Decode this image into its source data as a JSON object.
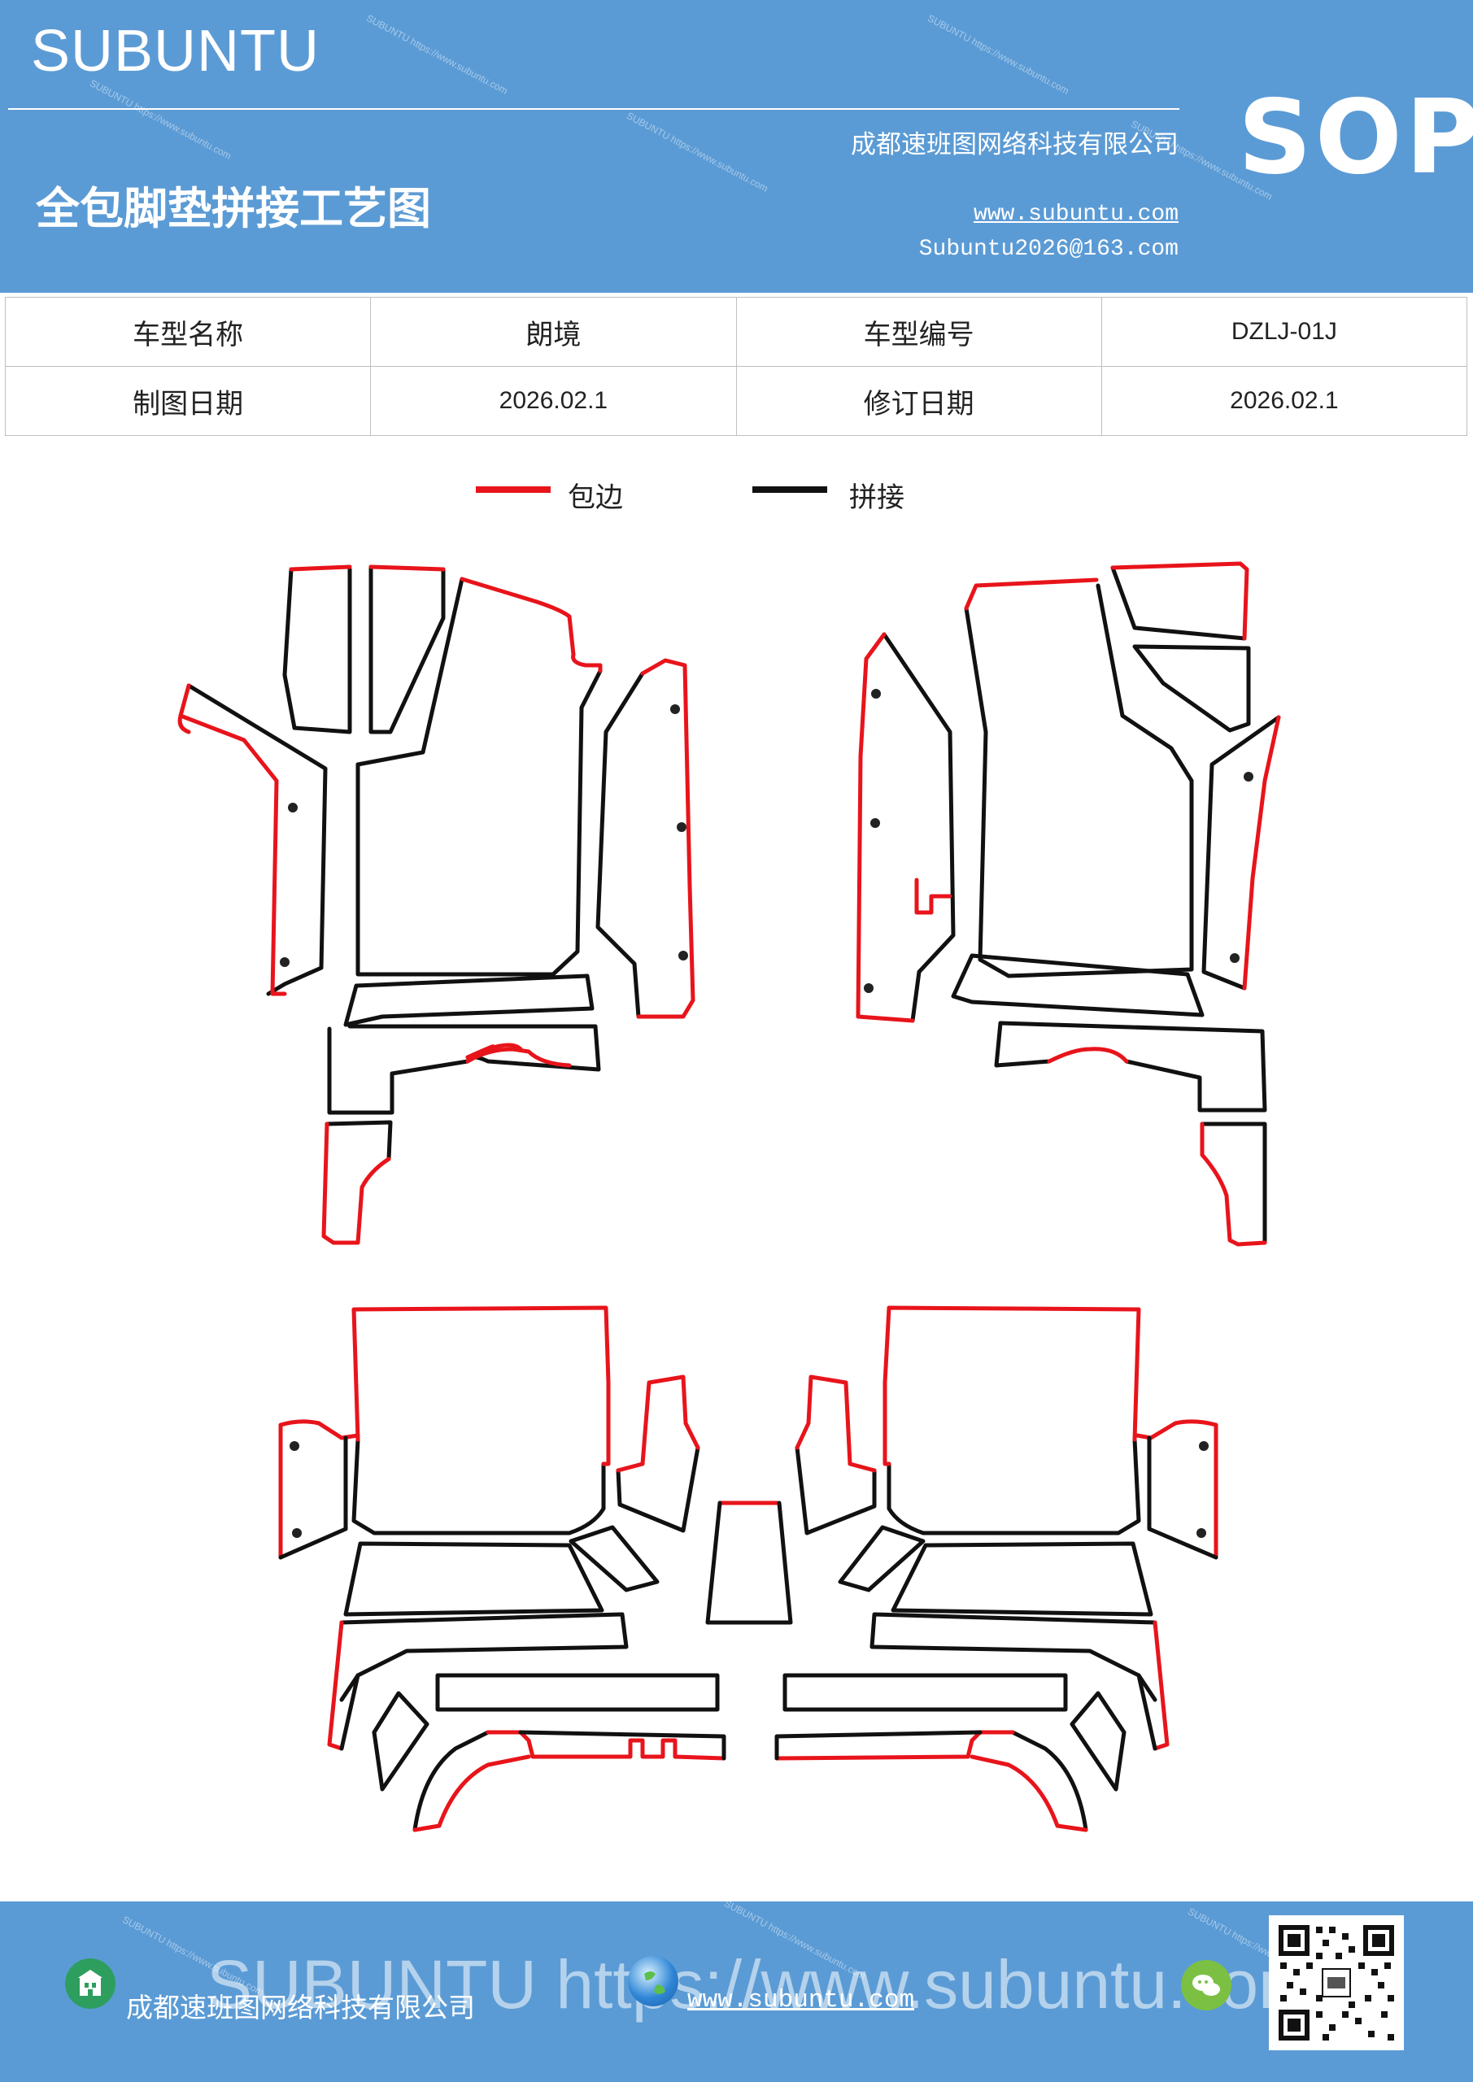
{
  "header": {
    "brand": "SUBUNTU",
    "badge": "SOP",
    "company": "成都速班图网络科技有限公司",
    "title": "全包脚垫拼接工艺图",
    "website": "www.subuntu.com",
    "email": "Subuntu2026@163.com",
    "watermark": "SUBUNTU https://www.subuntu.com"
  },
  "info_table": {
    "rows": [
      [
        "车型名称",
        "朗境",
        "车型编号",
        "DZLJ-01J"
      ],
      [
        "制图日期",
        "2026.02.1",
        "修订日期",
        "2026.02.1"
      ]
    ]
  },
  "legend": {
    "items": [
      {
        "label": "包边",
        "color": "#e8141b"
      },
      {
        "label": "拼接",
        "color": "#111111"
      }
    ]
  },
  "colors": {
    "band": "#5b9bd5",
    "edge_binding": "#e8141b",
    "seam": "#111111"
  },
  "footer": {
    "company": "成都速班图网络科技有限公司",
    "website": "www.subuntu.com",
    "watermark": "SUBUNTU https://www.subuntu.com",
    "icons": [
      "building-icon",
      "globe-icon",
      "wechat-icon",
      "qr-code"
    ]
  }
}
